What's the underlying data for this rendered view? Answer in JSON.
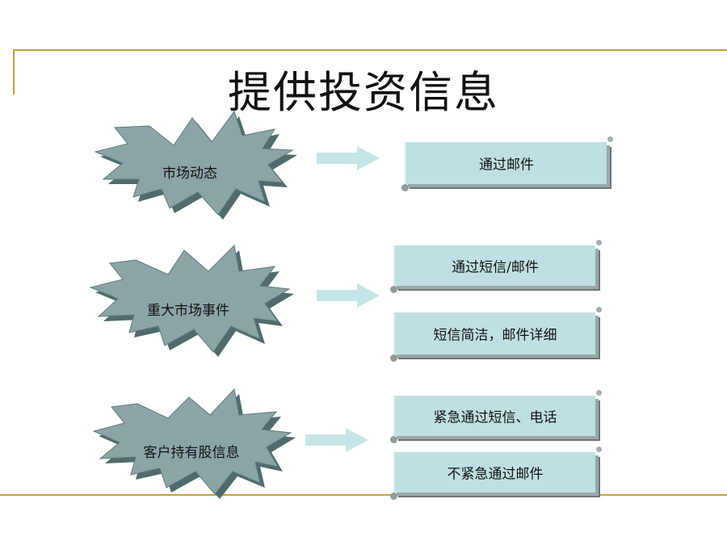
{
  "slide": {
    "title": "提供投资信息",
    "colors": {
      "frame": "#c8a236",
      "burst_fill": "#8aa5a6",
      "burst_shadow": "#4f6b6c",
      "arrow_fill": "#c4e5e7",
      "scroll_fill": "#bfe0e3"
    }
  },
  "rows": [
    {
      "topic": "市场动态",
      "channels": [
        "通过邮件"
      ]
    },
    {
      "topic": "重大市场事件",
      "channels": [
        "通过短信/邮件",
        "短信简洁，邮件详细"
      ]
    },
    {
      "topic": "客户持有股信息",
      "channels": [
        "紧急通过短信、电话",
        "不紧急通过邮件"
      ]
    }
  ]
}
